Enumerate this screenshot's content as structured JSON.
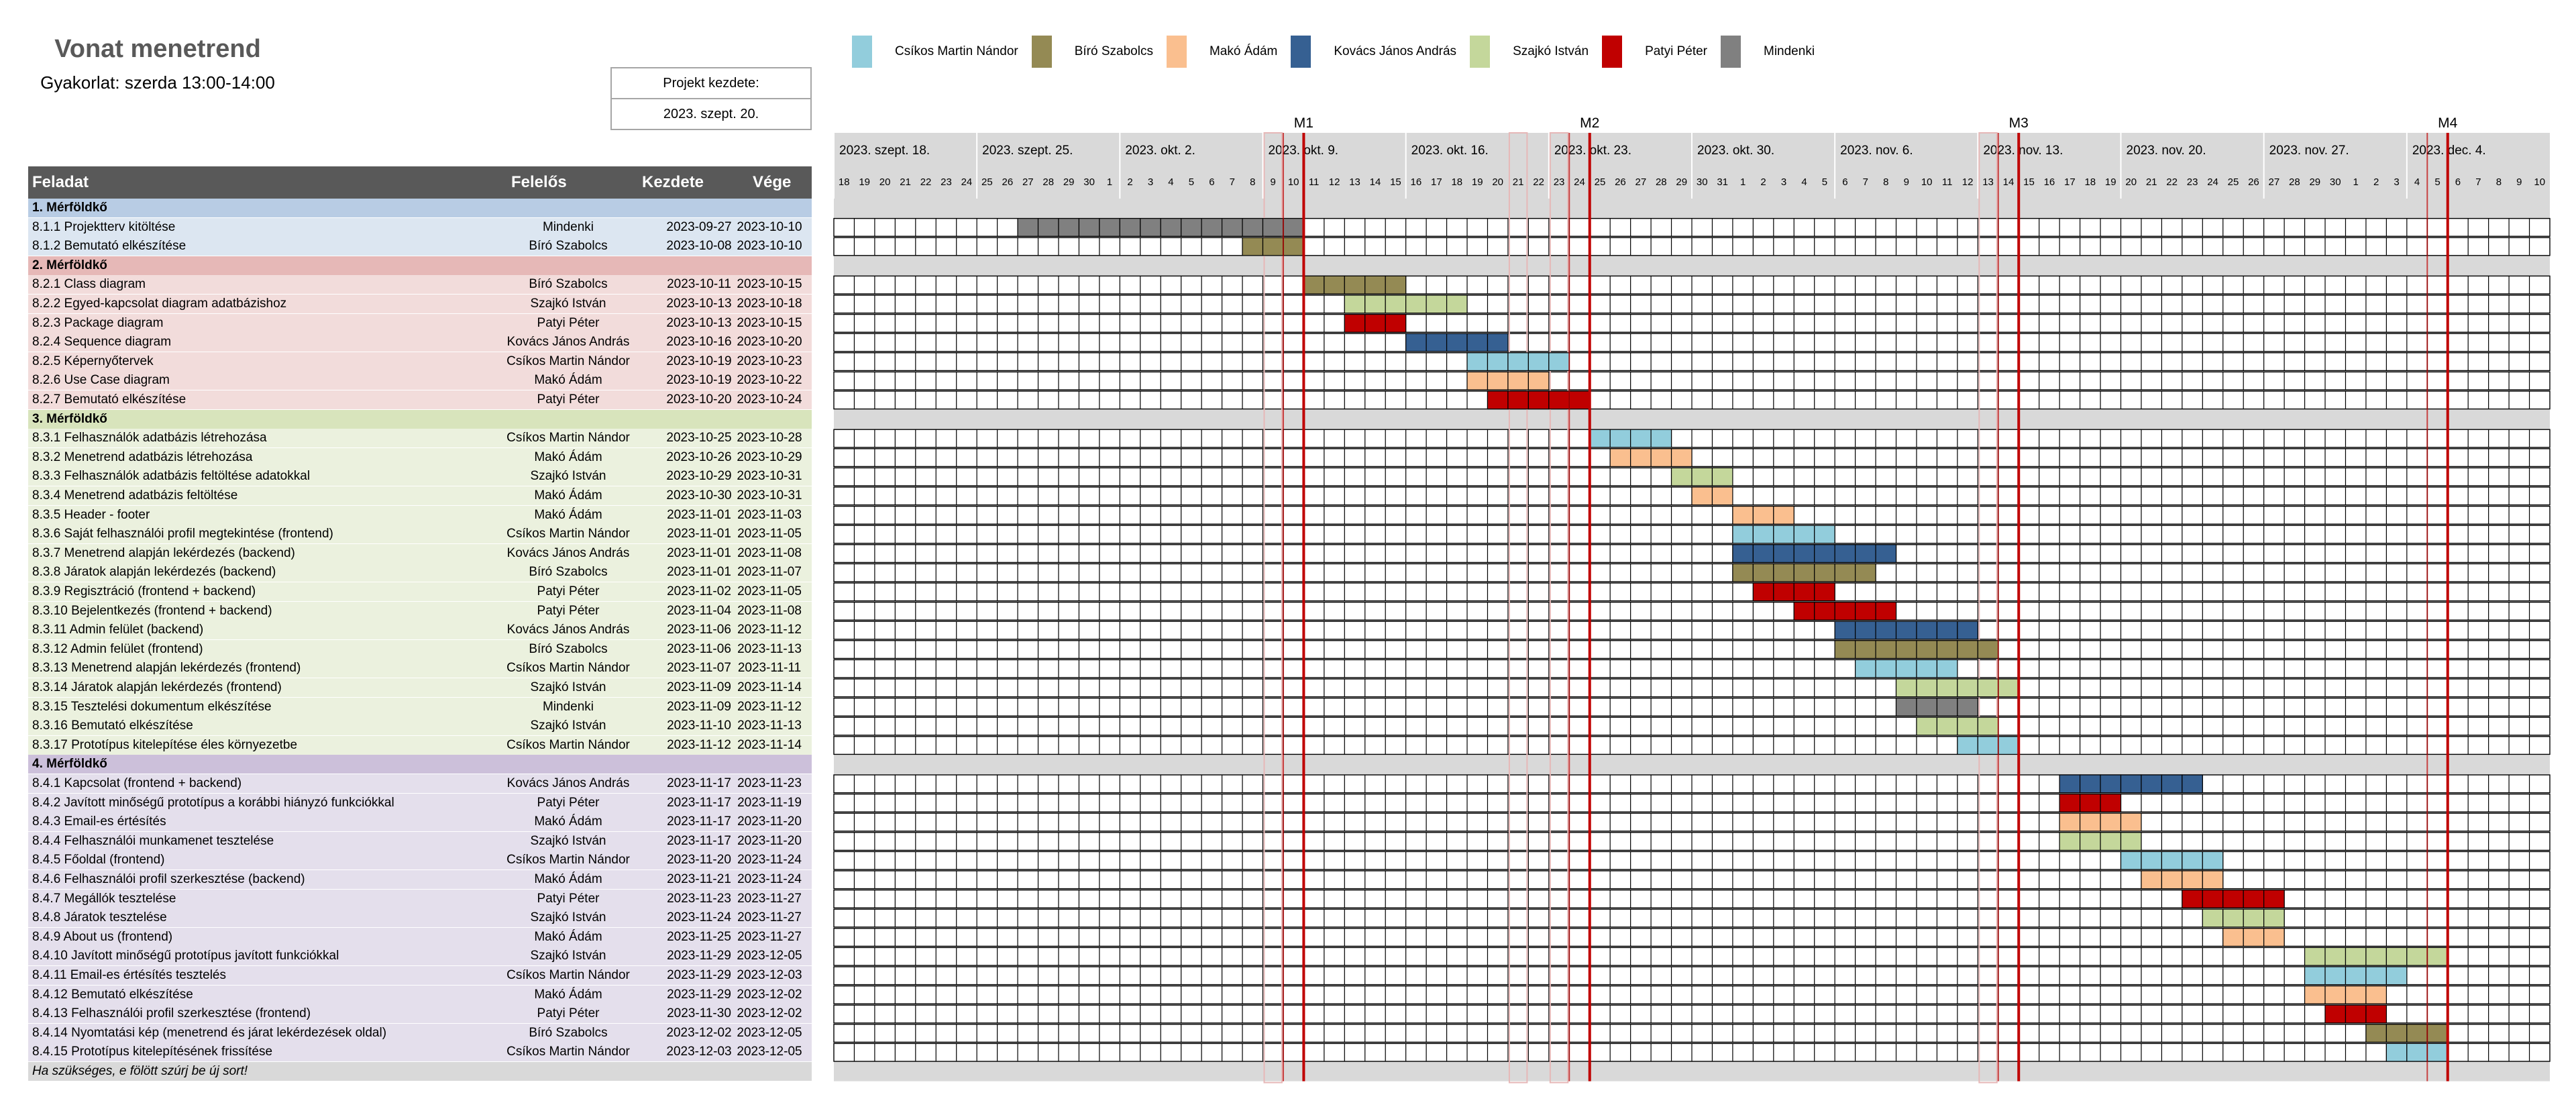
{
  "header": {
    "title": "Vonat menetrend",
    "subtitle": "Gyakorlat: szerda 13:00-14:00",
    "project_start_label": "Projekt kezdete:",
    "project_start_value": "2023. szept. 20."
  },
  "colors": {
    "header_bg": "#595959",
    "grid_bg": "#d9d9d9",
    "milestone_line": "#c00000",
    "phase1": "#dce6f1",
    "phase1_head": "#b8cce4",
    "phase2": "#f2dcdb",
    "phase2_head": "#e6b8b7",
    "phase3": "#ebf1de",
    "phase3_head": "#d8e4bc",
    "phase4": "#e4dfec",
    "phase4_head": "#ccc0da"
  },
  "legend": [
    {
      "name": "Csíkos Martin Nándor",
      "color": "#92cddc"
    },
    {
      "name": "Bíró Szabolcs",
      "color": "#948a54"
    },
    {
      "name": "Makó Ádám",
      "color": "#fabf8f"
    },
    {
      "name": "Kovács János András",
      "color": "#366092"
    },
    {
      "name": "Szajkó István",
      "color": "#c4d79b"
    },
    {
      "name": "Patyi Péter",
      "color": "#c00000"
    },
    {
      "name": "Mindenki",
      "color": "#808080"
    }
  ],
  "table": {
    "columns": {
      "task": "Feladat",
      "owner": "Felelős",
      "start": "Kezdete",
      "end": "Vége"
    },
    "footnote": "Ha szükséges, e fölött szúrj be új sort!",
    "rows": [
      {
        "type": "milestone",
        "phase": 1,
        "task": "1. Mérföldkő"
      },
      {
        "type": "task",
        "phase": 1,
        "task": "8.1.1 Projektterv kitöltése",
        "owner": "Mindenki",
        "start": "2023-09-27",
        "end": "2023-10-10"
      },
      {
        "type": "task",
        "phase": 1,
        "task": "8.1.2 Bemutató elkészítése",
        "owner": "Bíró Szabolcs",
        "start": "2023-10-08",
        "end": "2023-10-10"
      },
      {
        "type": "milestone",
        "phase": 2,
        "task": "2. Mérföldkő"
      },
      {
        "type": "task",
        "phase": 2,
        "task": "8.2.1 Class diagram",
        "owner": "Bíró Szabolcs",
        "start": "2023-10-11",
        "end": "2023-10-15"
      },
      {
        "type": "task",
        "phase": 2,
        "task": "8.2.2 Egyed-kapcsolat diagram adatbázishoz",
        "owner": "Szajkó István",
        "start": "2023-10-13",
        "end": "2023-10-18"
      },
      {
        "type": "task",
        "phase": 2,
        "task": "8.2.3 Package diagram",
        "owner": "Patyi Péter",
        "start": "2023-10-13",
        "end": "2023-10-15"
      },
      {
        "type": "task",
        "phase": 2,
        "task": "8.2.4 Sequence diagram",
        "owner": "Kovács János András",
        "start": "2023-10-16",
        "end": "2023-10-20"
      },
      {
        "type": "task",
        "phase": 2,
        "task": "8.2.5 Képernyőtervek",
        "owner": "Csíkos Martin Nándor",
        "start": "2023-10-19",
        "end": "2023-10-23"
      },
      {
        "type": "task",
        "phase": 2,
        "task": "8.2.6 Use Case diagram",
        "owner": "Makó Ádám",
        "start": "2023-10-19",
        "end": "2023-10-22"
      },
      {
        "type": "task",
        "phase": 2,
        "task": "8.2.7 Bemutató elkészítése",
        "owner": "Patyi Péter",
        "start": "2023-10-20",
        "end": "2023-10-24"
      },
      {
        "type": "milestone",
        "phase": 3,
        "task": "3. Mérföldkő"
      },
      {
        "type": "task",
        "phase": 3,
        "task": "8.3.1 Felhasználók adatbázis létrehozása",
        "owner": "Csíkos Martin Nándor",
        "start": "2023-10-25",
        "end": "2023-10-28"
      },
      {
        "type": "task",
        "phase": 3,
        "task": "8.3.2 Menetrend adatbázis létrehozása",
        "owner": "Makó Ádám",
        "start": "2023-10-26",
        "end": "2023-10-29"
      },
      {
        "type": "task",
        "phase": 3,
        "task": "8.3.3 Felhasználók adatbázis feltöltése adatokkal",
        "owner": "Szajkó István",
        "start": "2023-10-29",
        "end": "2023-10-31"
      },
      {
        "type": "task",
        "phase": 3,
        "task": "8.3.4 Menetrend adatbázis feltöltése",
        "owner": "Makó Ádám",
        "start": "2023-10-30",
        "end": "2023-10-31"
      },
      {
        "type": "task",
        "phase": 3,
        "task": "8.3.5 Header - footer",
        "owner": "Makó Ádám",
        "start": "2023-11-01",
        "end": "2023-11-03"
      },
      {
        "type": "task",
        "phase": 3,
        "task": "8.3.6 Saját felhasználói profil megtekintése (frontend)",
        "owner": "Csíkos Martin Nándor",
        "start": "2023-11-01",
        "end": "2023-11-05"
      },
      {
        "type": "task",
        "phase": 3,
        "task": "8.3.7 Menetrend alapján lekérdezés (backend)",
        "owner": "Kovács János András",
        "start": "2023-11-01",
        "end": "2023-11-08"
      },
      {
        "type": "task",
        "phase": 3,
        "task": "8.3.8 Járatok alapján lekérdezés (backend)",
        "owner": "Bíró Szabolcs",
        "start": "2023-11-01",
        "end": "2023-11-07"
      },
      {
        "type": "task",
        "phase": 3,
        "task": "8.3.9 Regisztráció (frontend + backend)",
        "owner": "Patyi Péter",
        "start": "2023-11-02",
        "end": "2023-11-05"
      },
      {
        "type": "task",
        "phase": 3,
        "task": "8.3.10 Bejelentkezés (frontend + backend)",
        "owner": "Patyi Péter",
        "start": "2023-11-04",
        "end": "2023-11-08"
      },
      {
        "type": "task",
        "phase": 3,
        "task": "8.3.11 Admin felület (backend)",
        "owner": "Kovács János András",
        "start": "2023-11-06",
        "end": "2023-11-12"
      },
      {
        "type": "task",
        "phase": 3,
        "task": "8.3.12 Admin felület (frontend)",
        "owner": "Bíró Szabolcs",
        "start": "2023-11-06",
        "end": "2023-11-13"
      },
      {
        "type": "task",
        "phase": 3,
        "task": "8.3.13 Menetrend alapján lekérdezés (frontend)",
        "owner": "Csíkos Martin Nándor",
        "start": "2023-11-07",
        "end": "2023-11-11"
      },
      {
        "type": "task",
        "phase": 3,
        "task": "8.3.14 Járatok alapján lekérdezés (frontend)",
        "owner": "Szajkó István",
        "start": "2023-11-09",
        "end": "2023-11-14"
      },
      {
        "type": "task",
        "phase": 3,
        "task": "8.3.15 Tesztelési dokumentum elkészítése",
        "owner": "Mindenki",
        "start": "2023-11-09",
        "end": "2023-11-12"
      },
      {
        "type": "task",
        "phase": 3,
        "task": "8.3.16 Bemutató elkészítése",
        "owner": "Szajkó István",
        "start": "2023-11-10",
        "end": "2023-11-13"
      },
      {
        "type": "task",
        "phase": 3,
        "task": "8.3.17 Prototípus kitelepítése éles környezetbe",
        "owner": "Csíkos Martin Nándor",
        "start": "2023-11-12",
        "end": "2023-11-14"
      },
      {
        "type": "milestone",
        "phase": 4,
        "task": "4. Mérföldkő"
      },
      {
        "type": "task",
        "phase": 4,
        "task": "8.4.1 Kapcsolat (frontend + backend)",
        "owner": "Kovács János András",
        "start": "2023-11-17",
        "end": "2023-11-23"
      },
      {
        "type": "task",
        "phase": 4,
        "task": "8.4.2 Javított minőségű prototípus a korábbi hiányzó funkciókkal",
        "owner": "Patyi Péter",
        "start": "2023-11-17",
        "end": "2023-11-19"
      },
      {
        "type": "task",
        "phase": 4,
        "task": "8.4.3 Email-es értésítés",
        "owner": "Makó Ádám",
        "start": "2023-11-17",
        "end": "2023-11-20"
      },
      {
        "type": "task",
        "phase": 4,
        "task": "8.4.4 Felhasználói munkamenet tesztelése",
        "owner": "Szajkó István",
        "start": "2023-11-17",
        "end": "2023-11-20"
      },
      {
        "type": "task",
        "phase": 4,
        "task": "8.4.5 Főoldal (frontend)",
        "owner": "Csíkos Martin Nándor",
        "start": "2023-11-20",
        "end": "2023-11-24"
      },
      {
        "type": "task",
        "phase": 4,
        "task": "8.4.6 Felhasználói profil szerkesztése (backend)",
        "owner": "Makó Ádám",
        "start": "2023-11-21",
        "end": "2023-11-24"
      },
      {
        "type": "task",
        "phase": 4,
        "task": "8.4.7 Megállók tesztelése",
        "owner": "Patyi Péter",
        "start": "2023-11-23",
        "end": "2023-11-27"
      },
      {
        "type": "task",
        "phase": 4,
        "task": "8.4.8 Járatok tesztelése",
        "owner": "Szajkó István",
        "start": "2023-11-24",
        "end": "2023-11-27"
      },
      {
        "type": "task",
        "phase": 4,
        "task": "8.4.9 About us (frontend)",
        "owner": "Makó Ádám",
        "start": "2023-11-25",
        "end": "2023-11-27"
      },
      {
        "type": "task",
        "phase": 4,
        "task": "8.4.10 Javított minőségű prototípus javított funkciókkal",
        "owner": "Szajkó István",
        "start": "2023-11-29",
        "end": "2023-12-05"
      },
      {
        "type": "task",
        "phase": 4,
        "task": "8.4.11 Email-es értésítés tesztelés",
        "owner": "Csíkos Martin Nándor",
        "start": "2023-11-29",
        "end": "2023-12-03"
      },
      {
        "type": "task",
        "phase": 4,
        "task": "8.4.12 Bemutató elkészítése",
        "owner": "Makó Ádám",
        "start": "2023-11-29",
        "end": "2023-12-02"
      },
      {
        "type": "task",
        "phase": 4,
        "task": "8.4.13 Felhasználói profil szerkesztése (frontend)",
        "owner": "Patyi Péter",
        "start": "2023-11-30",
        "end": "2023-12-02"
      },
      {
        "type": "task",
        "phase": 4,
        "task": "8.4.14 Nyomtatási kép (menetrend és járat lekérdezések oldal)",
        "owner": "Bíró Szabolcs",
        "start": "2023-12-02",
        "end": "2023-12-05"
      },
      {
        "type": "task",
        "phase": 4,
        "task": "8.4.15 Prototípus kitelepítésének frissítése",
        "owner": "Csíkos Martin Nándor",
        "start": "2023-12-03",
        "end": "2023-12-05"
      }
    ]
  },
  "timeline": {
    "first_day": "2023-09-18",
    "last_day": "2023-12-10",
    "weeks": [
      "2023. szept. 18.",
      "2023. szept. 25.",
      "2023. okt. 2.",
      "2023. okt. 9.",
      "2023. okt. 16.",
      "2023. okt. 23.",
      "2023. okt. 30.",
      "2023. nov. 6.",
      "2023. nov. 13.",
      "2023. nov. 20.",
      "2023. nov. 27.",
      "2023. dec. 4."
    ],
    "milestones": [
      {
        "label": "M1",
        "date": "2023-10-10"
      },
      {
        "label": "M2",
        "date": "2023-10-24"
      },
      {
        "label": "M3",
        "date": "2023-11-14"
      },
      {
        "label": "M4",
        "date": "2023-12-05"
      }
    ],
    "markers": [
      "2023-10-09",
      "2023-10-21",
      "2023-10-23",
      "2023-11-13"
    ]
  }
}
